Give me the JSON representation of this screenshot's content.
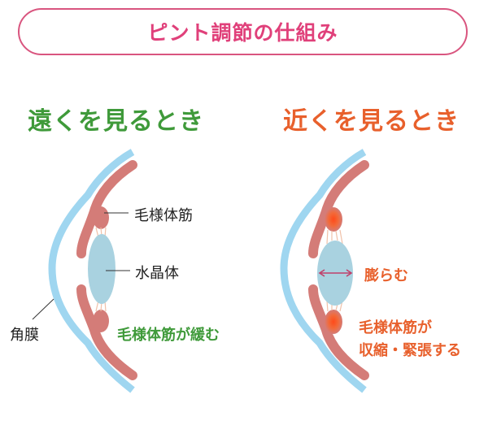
{
  "title": "ピント調節の仕組み",
  "far": {
    "heading": "遠くを見るとき",
    "labels": {
      "ciliary_muscle": "毛様体筋",
      "lens": "水晶体",
      "cornea": "角膜",
      "state": "毛様体筋が緩む"
    }
  },
  "near": {
    "heading": "近くを見るとき",
    "labels": {
      "lens_state": "膨らむ",
      "muscle_state_line1": "毛様体筋が",
      "muscle_state_line2": "収縮・緊張する"
    }
  },
  "colors": {
    "title": "#e0407a",
    "far_accent": "#3f9a3a",
    "near_accent": "#e8602c",
    "cornea": "#9fd6f0",
    "muscle": "#d47c78",
    "lens": "#a9d2e0"
  }
}
